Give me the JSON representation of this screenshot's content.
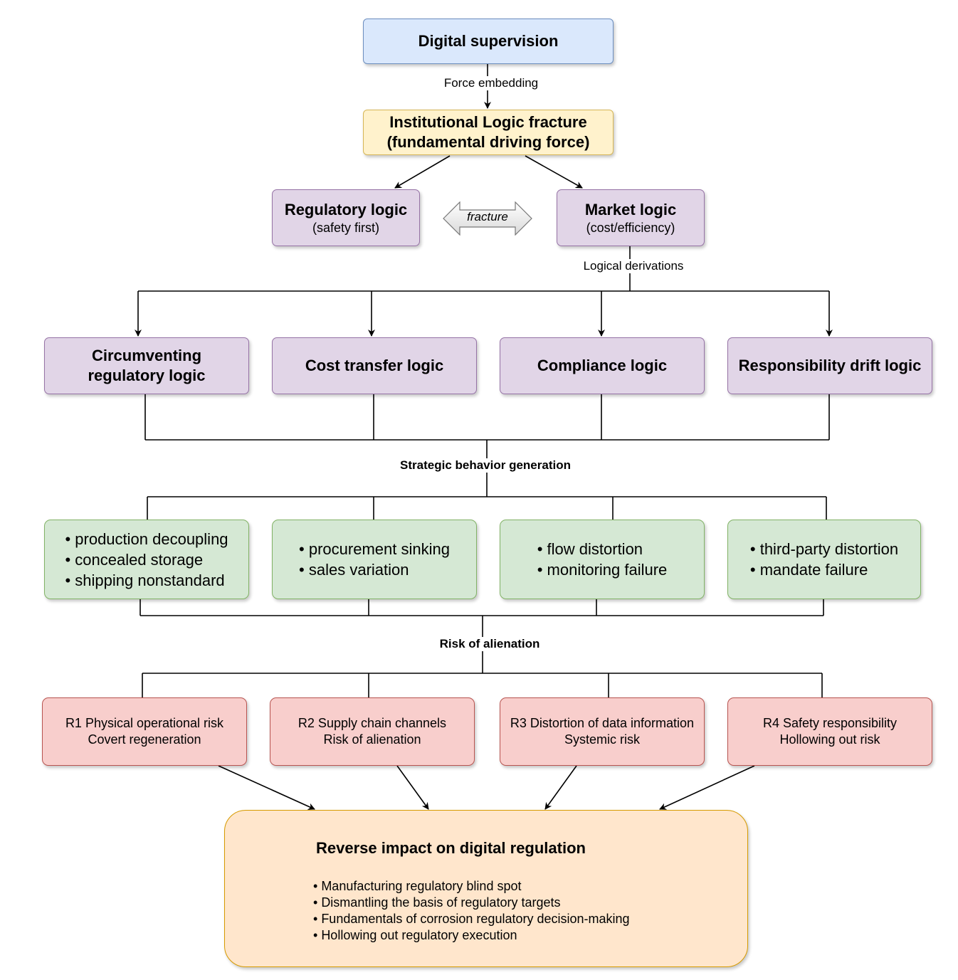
{
  "top": {
    "title": "Digital supervision"
  },
  "edge_force": "Force embedding",
  "fracture_node": {
    "line1": "Institutional Logic fracture",
    "line2": "(fundamental driving force)"
  },
  "regulatory": {
    "title": "Regulatory logic",
    "subtitle": "(safety first)"
  },
  "fracture_label": "fracture",
  "market": {
    "title": "Market logic",
    "subtitle": "(cost/efficiency)"
  },
  "edge_logical": "Logical derivations",
  "logics": [
    {
      "line1": "Circumventing",
      "line2": "regulatory logic"
    },
    {
      "label": "Cost transfer logic"
    },
    {
      "label": "Compliance logic"
    },
    {
      "label": "Responsibility drift logic"
    }
  ],
  "edge_strategic": "Strategic behavior generation",
  "behaviors": [
    [
      "production decoupling",
      "concealed storage",
      "shipping nonstandard"
    ],
    [
      "procurement sinking",
      "sales variation"
    ],
    [
      "flow distortion",
      "monitoring failure"
    ],
    [
      "third-party distortion",
      "mandate failure"
    ]
  ],
  "edge_risk": "Risk of alienation",
  "risks": [
    {
      "line1": "R1 Physical operational risk",
      "line2": "Covert regeneration"
    },
    {
      "line1": "R2 Supply chain channels",
      "line2": "Risk of alienation"
    },
    {
      "line1": "R3 Distortion of data information",
      "line2": "Systemic risk"
    },
    {
      "line1": "R4 Safety responsibility",
      "line2": "Hollowing out risk"
    }
  ],
  "impact": {
    "title": "Reverse impact on digital regulation",
    "items": [
      "Manufacturing regulatory blind spot",
      "Dismantling the basis of regulatory targets",
      "Fundamentals of corrosion regulatory decision-making",
      "Hollowing out regulatory execution"
    ]
  },
  "colors": {
    "blue_fill": "#dae8fc",
    "yellow_fill": "#fff2cc",
    "purple_fill": "#e1d5e7",
    "green_fill": "#d5e8d4",
    "red_fill": "#f8cecc",
    "orange_fill": "#ffe6cc"
  }
}
